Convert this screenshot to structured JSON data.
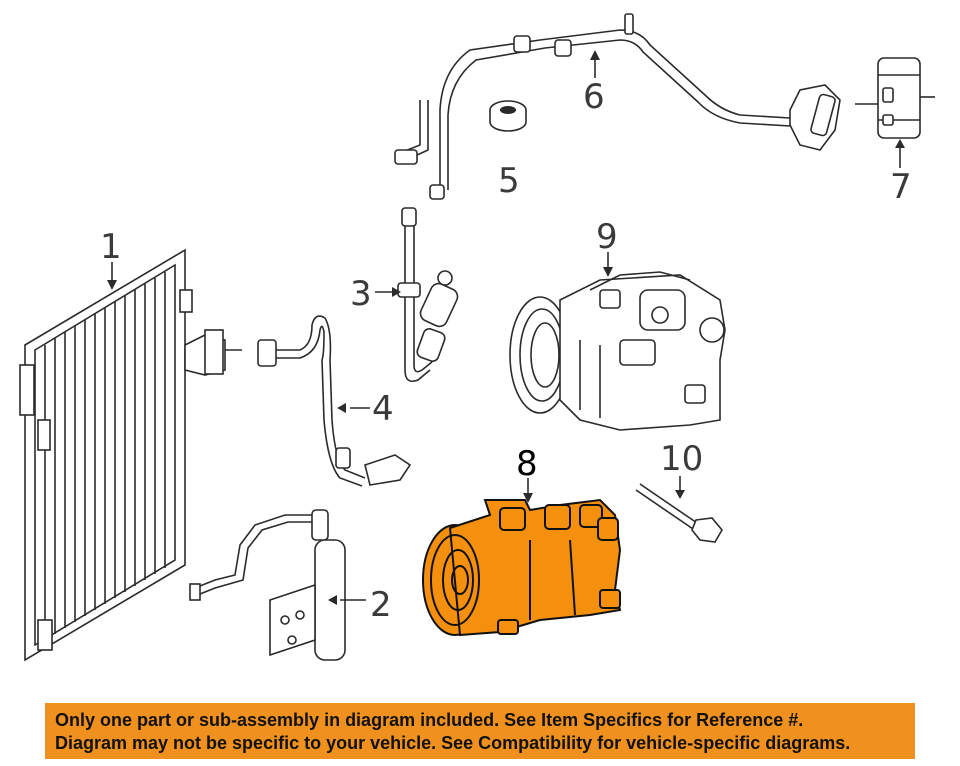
{
  "callouts": {
    "c1": "1",
    "c2": "2",
    "c3": "3",
    "c4": "4",
    "c5": "5",
    "c6": "6",
    "c7": "7",
    "c8": "8",
    "c9": "9",
    "c10": "10"
  },
  "colors": {
    "highlight": "#f5900f",
    "banner": "#f0911f"
  },
  "disclaimer": {
    "line1": "Only one part or sub-assembly in diagram included. See Item Specifics for Reference #.",
    "line2": "Diagram may not be specific to your vehicle. See Compatibility for vehicle-specific diagrams."
  }
}
